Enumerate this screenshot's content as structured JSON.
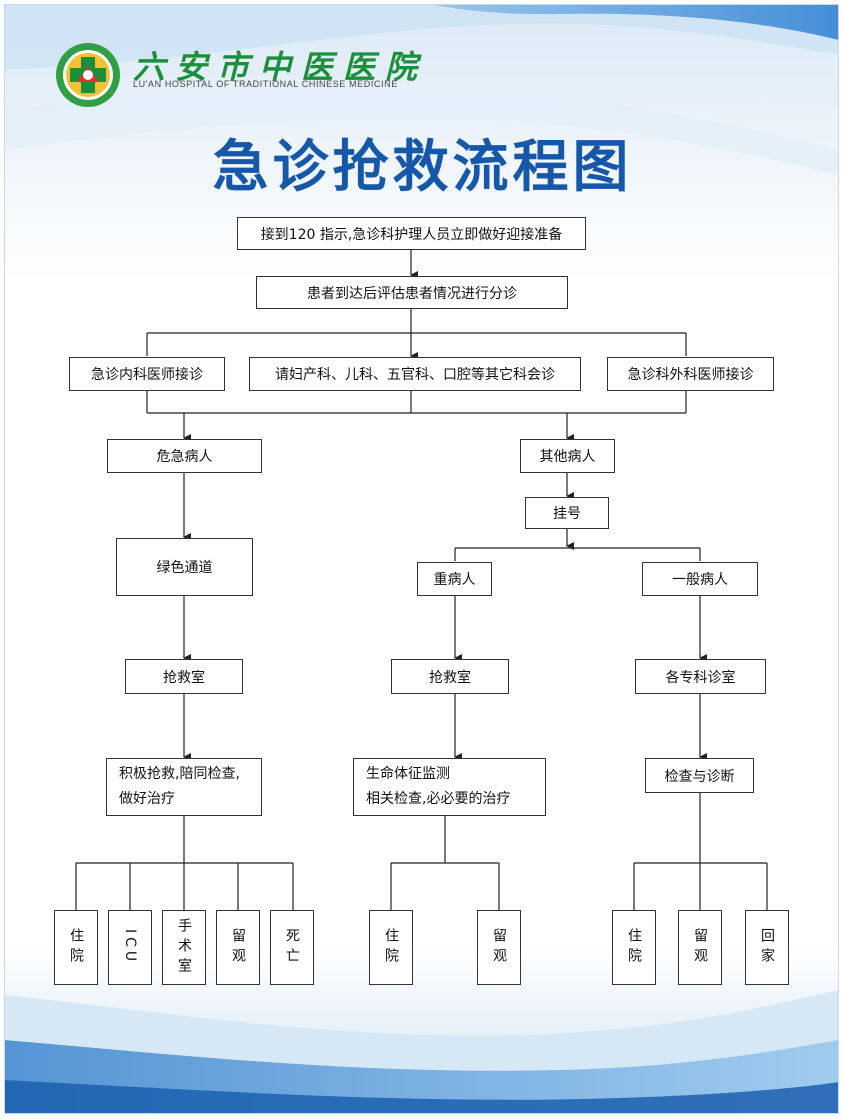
{
  "header": {
    "hospital_name": "六安市中医医院",
    "hospital_name_en": "LU'AN HOSPITAL OF TRADITIONAL CHINESE MEDICINE",
    "logo_text": "六安市中医医院",
    "title": "急诊抢救流程图"
  },
  "flow": {
    "step1": "接到120 指示,急诊科护理人员立即做好迎接准备",
    "step2": "患者到达后评估患者情况进行分诊",
    "internal": "急诊内科医师接诊",
    "consult": "请妇产科、儿科、五官科、口腔等其它科会诊",
    "surgery": "急诊科外科医师接诊",
    "critical": "危急病人",
    "other": "其他病人",
    "register": "挂号",
    "green": "绿色通道",
    "severe": "重病人",
    "general": "一般病人",
    "rescue_left": "抢救室",
    "rescue_mid": "抢救室",
    "specialist": "各专科诊室",
    "active_line1": "积极抢救,陪同检查,",
    "active_line2": "做好治疗",
    "vital_line1": "生命体征监测",
    "vital_line2": "相关检查,必必要的治疗",
    "exam": "检查与诊断",
    "out_left": [
      "住院",
      "ICU",
      "手术室",
      "留观",
      "死亡"
    ],
    "out_mid": [
      "住院",
      "留观"
    ],
    "out_right": [
      "住院",
      "留观",
      "回家"
    ]
  },
  "colors": {
    "title": "#1557a8",
    "brand_green": "#1b8f3a",
    "wave_light": "#cfe3f4",
    "wave_dark": "#1f6fc0"
  }
}
